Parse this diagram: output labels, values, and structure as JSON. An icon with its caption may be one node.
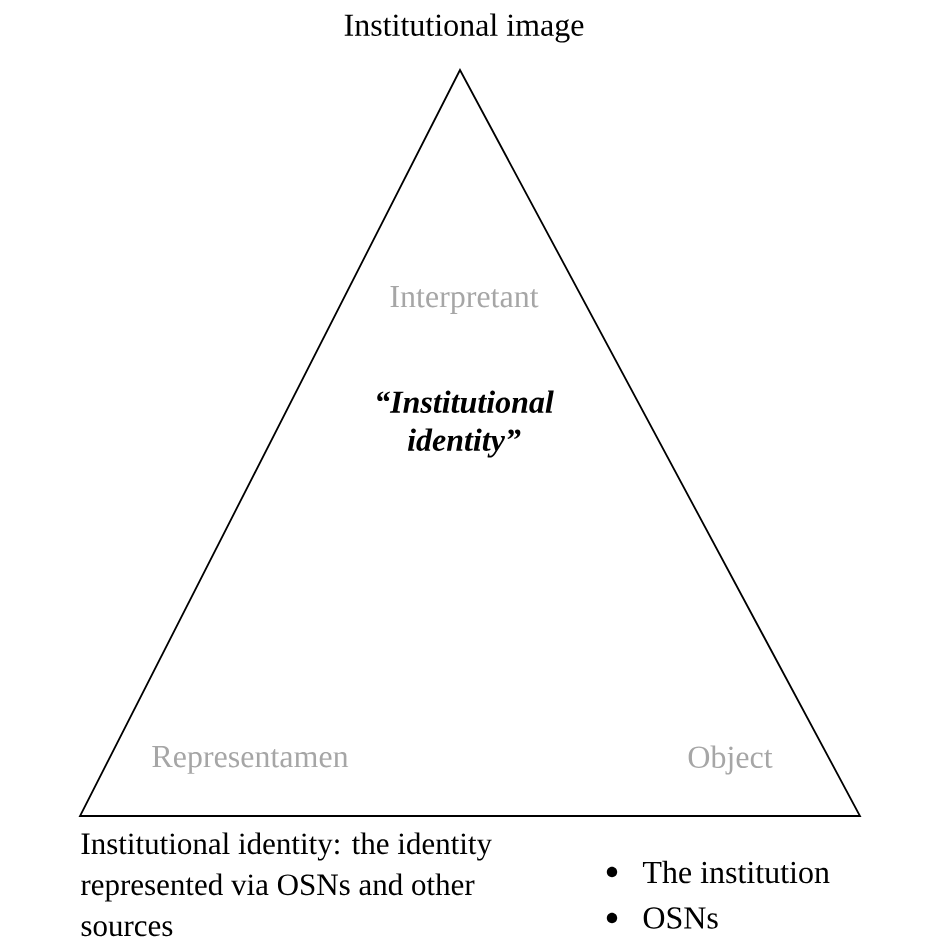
{
  "diagram": {
    "nodes": [
      {
        "text": [
          "Institutional image",
          "Interpretant",
          "“Institutional identity”",
          "Representamen",
          "Object"
        ],
        "beside": [
          "Institutional identity: the identity represented via OSNs and other sources",
          "The institution",
          "OSNs"
        ]
      }
    ]
  }
}
